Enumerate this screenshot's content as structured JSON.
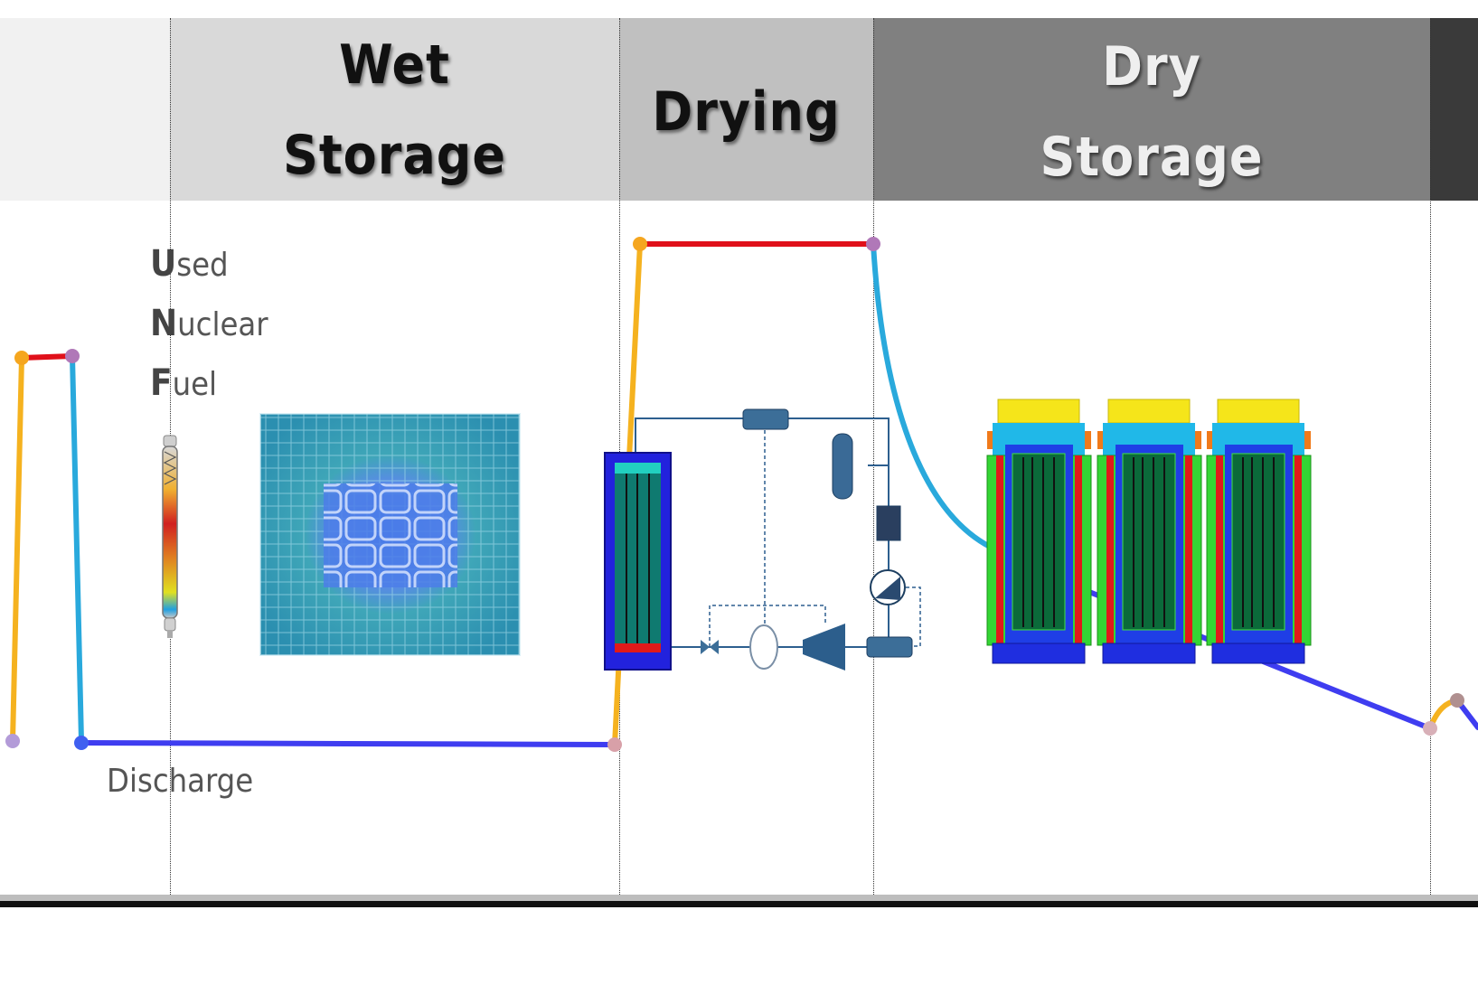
{
  "phases": [
    {
      "id": "wet",
      "lines": [
        "Wet",
        "Storage"
      ]
    },
    {
      "id": "drying",
      "lines": [
        "Drying"
      ]
    },
    {
      "id": "dry",
      "lines": [
        "Dry",
        "Storage"
      ]
    }
  ],
  "fuel_label": {
    "words": [
      {
        "initial": "U",
        "rest": "sed"
      },
      {
        "initial": "N",
        "rest": "uclear"
      },
      {
        "initial": "F",
        "rest": "uel"
      }
    ]
  },
  "discharge_label": "Discharge",
  "colors": {
    "hot": "#e0101a",
    "warm": "#f5b21f",
    "cool": "#29a9dc",
    "cold": "#3f3df0",
    "band_left": "#f1f1f1",
    "band_wet": "#d9d9d9",
    "band_drying": "#c0c0c0",
    "band_dry": "#808080",
    "band_right": "#3a3a3a",
    "axis": "#111111"
  },
  "icons": {
    "fuel_rod": "fuel-rod-icon",
    "spent_fuel_pool": "spent-fuel-pool-icon",
    "drying_loop": "drying-loop-schematic-icon",
    "casks": "dry-storage-cask-icon"
  }
}
